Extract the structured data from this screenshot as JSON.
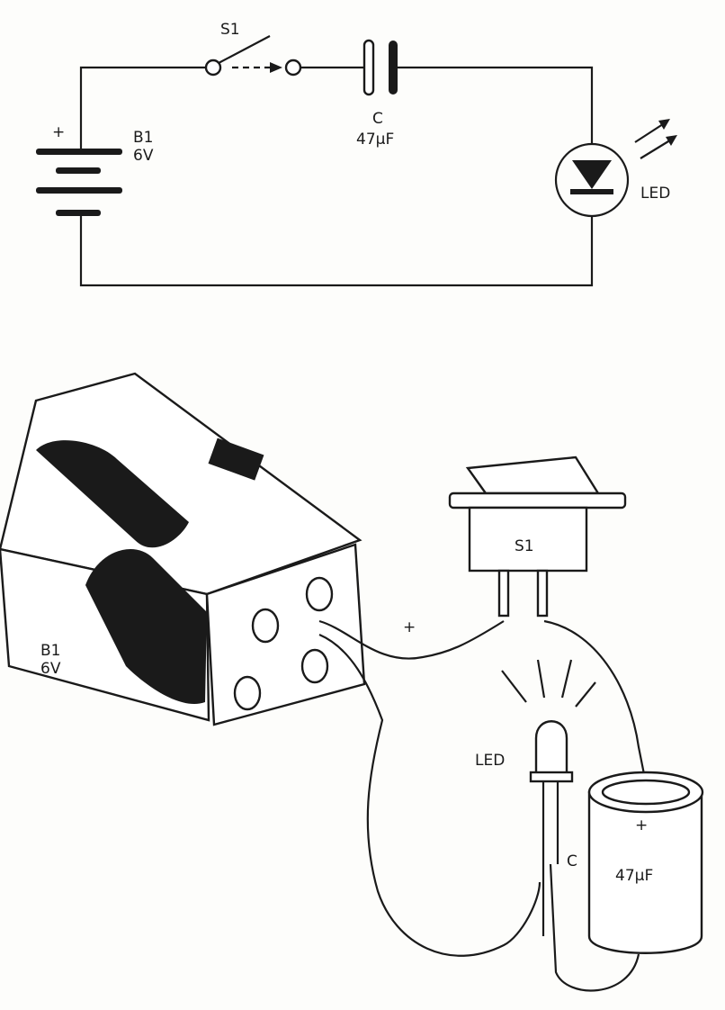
{
  "schematic": {
    "switch_label": "S1",
    "capacitor_label": "C",
    "capacitor_value": "47µF",
    "battery_plus": "+",
    "battery_label": "B1",
    "battery_voltage": "6V",
    "led_label": "LED"
  },
  "assembly": {
    "battery_label": "B1",
    "battery_voltage": "6V",
    "wire_plus": "+",
    "switch_label": "S1",
    "led_label": "LED",
    "capacitor_lead_label": "C",
    "capacitor_plus": "+",
    "capacitor_value": "47µF"
  }
}
